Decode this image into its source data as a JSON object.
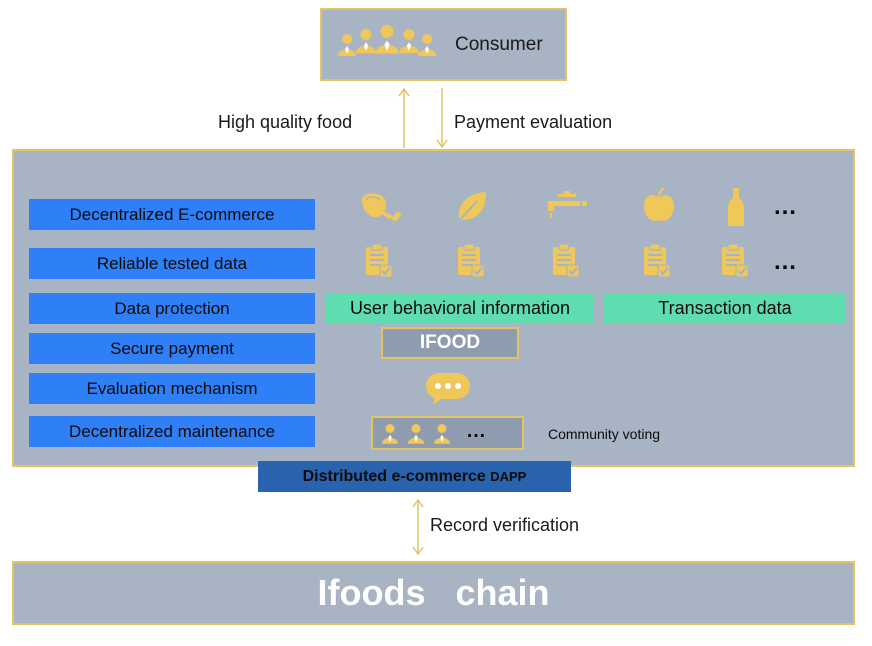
{
  "colors": {
    "panel": "#a8b3c3",
    "border": "#e2c467",
    "icon": "#f0c85a",
    "blue_bar": "#2f7ff7",
    "green_bar": "#5fddb0",
    "dapp_bar": "#2a63ad"
  },
  "consumer": {
    "label": "Consumer",
    "icon": "people-group-icon"
  },
  "arrows": {
    "down_label": "High quality food",
    "up_label": "Payment evaluation",
    "bottom_label": "Record verification"
  },
  "left_column": [
    "Decentralized E-commerce",
    "Reliable tested data",
    "Data protection",
    "Secure payment",
    "Evaluation mechanism",
    "Decentralized maintenance"
  ],
  "food_icons": [
    "meat-icon",
    "leaf-icon",
    "water-tap-icon",
    "apple-icon",
    "bottle-icon"
  ],
  "report_icons": [
    "report-icon",
    "report-icon",
    "report-icon",
    "report-icon",
    "report-icon"
  ],
  "ellipsis": "…",
  "data_boxes": {
    "user_info": "User behavioral information",
    "transaction": "Transaction data"
  },
  "ifood": "IFOOD",
  "chat_icon": "chat-bubble-icon",
  "community": {
    "dots": "…",
    "label": "Community voting"
  },
  "dapp": {
    "main": "Distributed e-commerce ",
    "suffix": "DAPP"
  },
  "chain": "Ifoods   chain"
}
